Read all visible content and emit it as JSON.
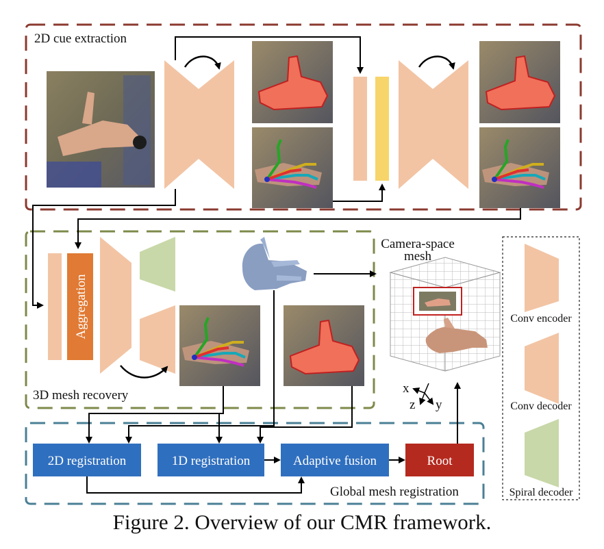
{
  "sections": {
    "cue_extraction": "2D cue extraction",
    "mesh_recovery": "3D mesh recovery",
    "global_registration": "Global mesh registration"
  },
  "blocks": {
    "aggregation": "Aggregation",
    "reg_2d": "2D  registration",
    "reg_1d": "1D  registration",
    "adaptive_fusion": "Adaptive fusion",
    "root": "Root"
  },
  "camera_mesh": {
    "line1": "Camera-space",
    "line2": "mesh"
  },
  "axes": {
    "x": "x",
    "y": "y",
    "z": "z"
  },
  "legend": {
    "conv_encoder": "Conv encoder",
    "conv_decoder": "Conv decoder",
    "spiral_decoder": "Spiral decoder"
  },
  "caption": "Figure 2. Overview of our CMR framework.",
  "colors": {
    "red_dash": "#8b3a2f",
    "green_dash": "#7d8a4a",
    "blue_dash": "#4a7f95",
    "peach": "#f2c4a4",
    "yellow": "#f7d56b",
    "orange": "#e07a34",
    "green_block": "#c8d8a8",
    "blue_block": "#2f6fbf",
    "root_red": "#b52a1f"
  }
}
